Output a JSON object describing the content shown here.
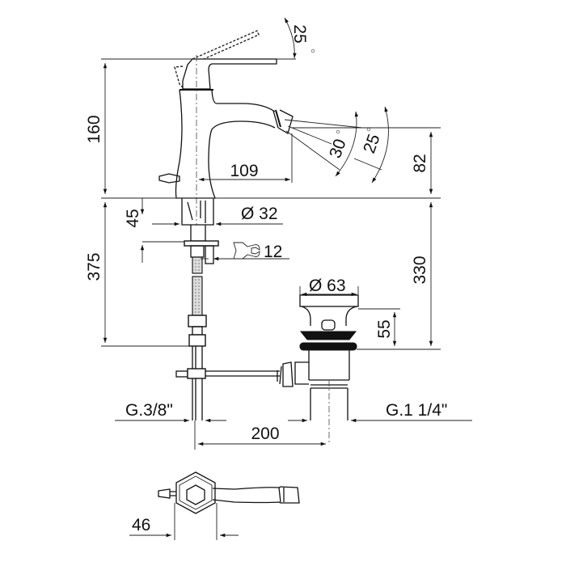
{
  "drawing": {
    "subject": "bidet mixer technical dimension drawing",
    "colors": {
      "line": "#111111",
      "background": "#ffffff",
      "hose_fill": "#cfcfcf"
    },
    "dimensions": {
      "lever_angle": "25",
      "height_total": "160",
      "spout_reach": "109",
      "spray_angle_1": "30",
      "spray_angle_2": "25",
      "spout_height": "82",
      "base_diameter": "Ø 32",
      "base_height": "45",
      "wrench_size": "12",
      "hose_length": "375",
      "drain_depth": "330",
      "waste_diameter": "Ø 63",
      "waste_height": "55",
      "inlet_thread": "G.3/8\"",
      "drain_thread": "G.1 1/4\"",
      "rod_length": "200",
      "top_view_width": "46"
    },
    "icons": {
      "wrench": "wrench-icon",
      "degree_marks": "degree-icon"
    }
  }
}
